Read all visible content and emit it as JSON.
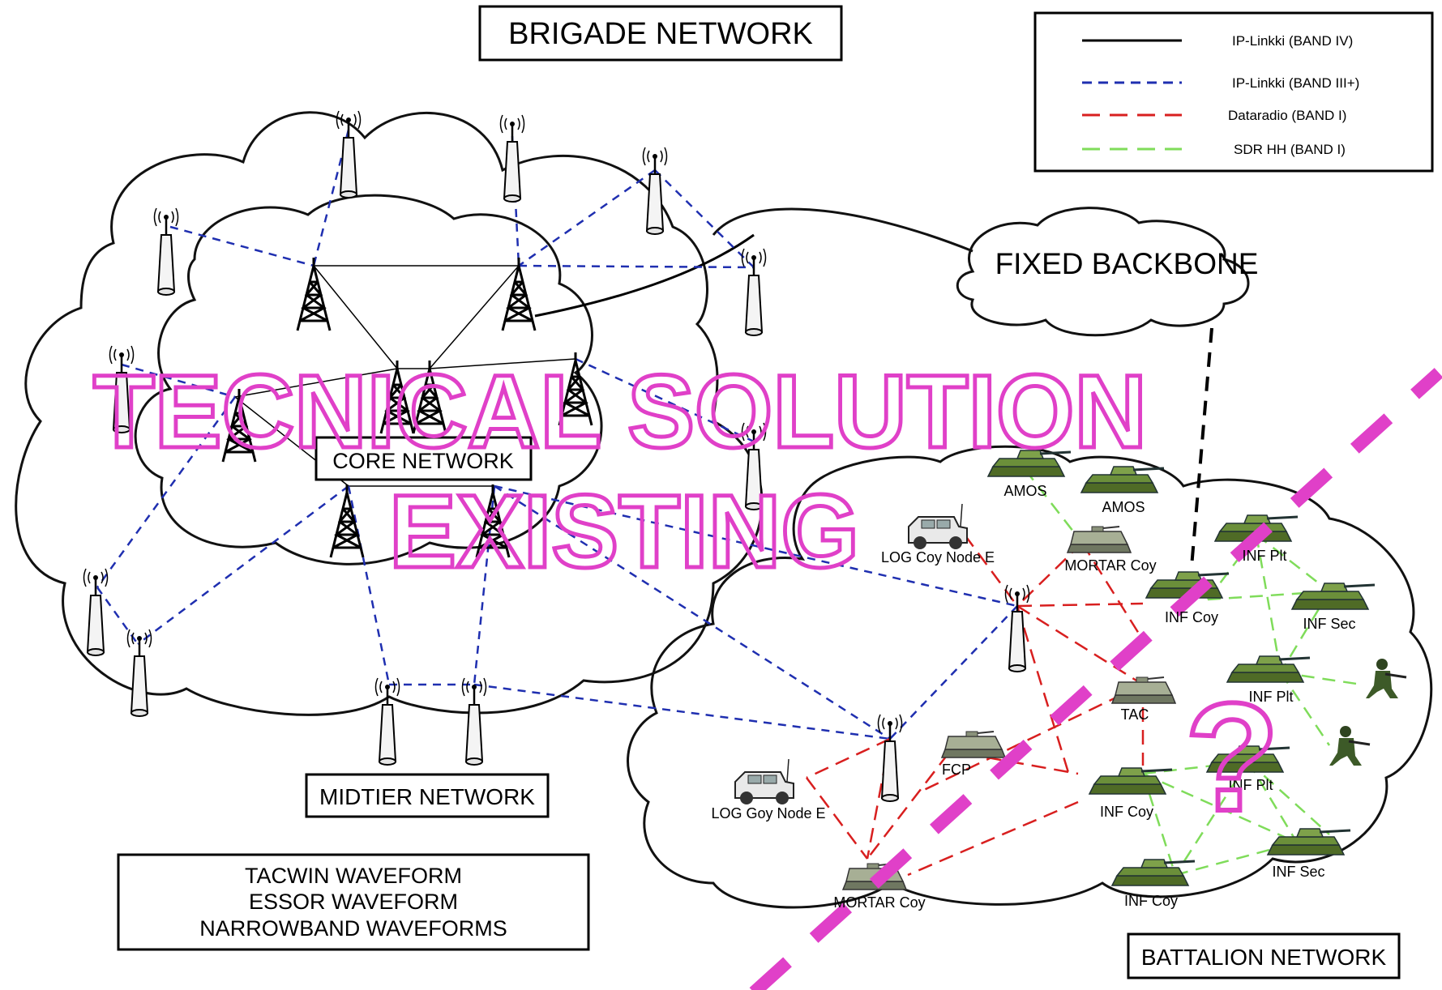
{
  "title": "BRIGADE NETWORK",
  "legend": {
    "items": [
      {
        "label": "IP-Linkki  (BAND IV)",
        "color": "#000000",
        "style": "solid"
      },
      {
        "label": "IP-Linkki  (BAND III+)",
        "color": "#1f2fb0",
        "style": "dashed"
      },
      {
        "label": "Dataradio (BAND I)",
        "color": "#d81f1f",
        "style": "dashed"
      },
      {
        "label": "SDR HH  (BAND I)",
        "color": "#7fdc5a",
        "style": "dashed"
      }
    ]
  },
  "labels": {
    "fixed_backbone": "FIXED BACKBONE",
    "core_network": "CORE NETWORK",
    "midtier_network": "MIDTIER  NETWORK",
    "battalion_network": "BATTALION NETWORK"
  },
  "waveforms": [
    "TACWIN WAVEFORM",
    "ESSOR WAVEFORM",
    "NARROWBAND WAVEFORMS"
  ],
  "watermark": {
    "line1": "TECNICAL SOLUTION",
    "line2": "EXISTING",
    "color": "#e040c8"
  },
  "question_mark": "?",
  "units": {
    "amos_1": "AMOS",
    "amos_2": "AMOS",
    "log_node_1": "LOG Coy Node E",
    "mortar_1": "MORTAR Coy",
    "inf_plt_1": "INF Plt",
    "inf_coy_1": "INF Coy",
    "inf_sec_1": "INF Sec",
    "inf_plt_2": "INF Plt",
    "tac": "TAC",
    "fcp": "FCP",
    "log_node_2": "LOG Goy Node E",
    "inf_plt_3": "INF Plt",
    "inf_coy_2": "INF Coy",
    "inf_sec_2": "INF Sec",
    "mortar_2": "MORTAR Coy",
    "inf_coy_3": "INF Coy"
  },
  "colors": {
    "band_iv": "#000000",
    "band_iii": "#1f2fb0",
    "dataradio": "#d81f1f",
    "sdr": "#7fdc5a",
    "watermark": "#e040c8",
    "tank": "#6b8f3a",
    "vehicle": "#9aa58a"
  }
}
